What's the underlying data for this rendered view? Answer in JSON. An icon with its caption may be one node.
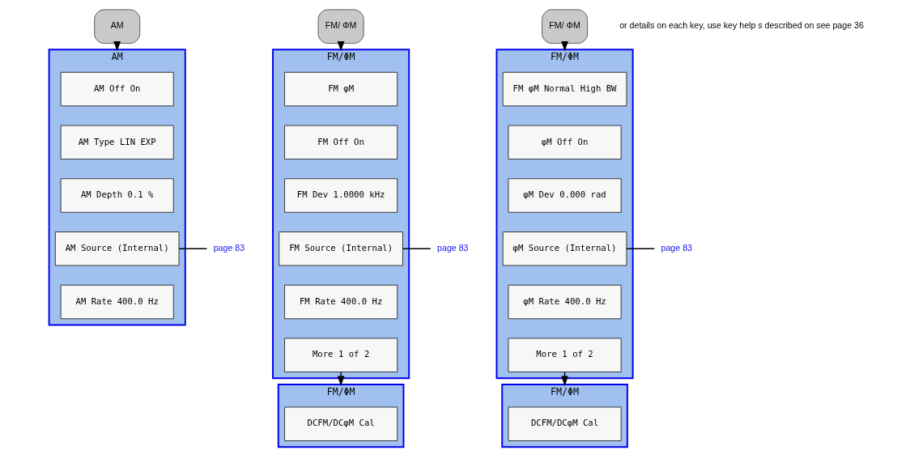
{
  "diagram": {
    "nodes": [
      {
        "text": [
          "AM"
        ]
      },
      {
        "text": [
          "AM"
        ]
      },
      {
        "text": [
          "AM Off On"
        ],
        "in": 1
      },
      {
        "text": [
          "AM Type LIN EXP"
        ],
        "in": 1
      },
      {
        "text": [
          "AM Depth 0.1 %"
        ],
        "in": 1
      },
      {
        "text": [
          "AM Source (Internal)"
        ],
        "in": 1
      },
      {
        "text": [
          "AM Rate 400.0 Hz"
        ],
        "in": 1
      },
      {
        "text": [
          "page 83"
        ]
      },
      {
        "text": [
          "FM/ ΦM"
        ]
      },
      {
        "text": [
          "FM/ΦM"
        ]
      },
      {
        "text": [
          "FM φM"
        ],
        "in": 9
      },
      {
        "text": [
          "FM Off On"
        ],
        "in": 9
      },
      {
        "text": [
          "FM Dev 1.0000 kHz"
        ],
        "in": 9
      },
      {
        "text": [
          "FM Source (Internal)"
        ],
        "in": 9
      },
      {
        "text": [
          "FM Rate 400.0 Hz"
        ],
        "in": 9
      },
      {
        "text": [
          "More 1 of 2"
        ],
        "in": 9
      },
      {
        "text": [
          "page 83"
        ]
      },
      {
        "text": [
          "FM/ΦM"
        ]
      },
      {
        "text": [
          "DCFM/DCφM Cal"
        ],
        "in": 17
      },
      {
        "text": [
          "FM/ ΦM"
        ]
      },
      {
        "text": [
          "FM/ΦM"
        ]
      },
      {
        "text": [
          "FM φM Normal High BW"
        ],
        "in": 20
      },
      {
        "text": [
          "φM Off On"
        ],
        "in": 20
      },
      {
        "text": [
          "φM Dev 0.000 rad"
        ],
        "in": 20
      },
      {
        "text": [
          "φM Source (Internal)"
        ],
        "in": 20
      },
      {
        "text": [
          "φM Rate 400.0 Hz"
        ],
        "in": 20
      },
      {
        "text": [
          "More 1 of 2"
        ],
        "in": 20
      },
      {
        "text": [
          "page 83"
        ]
      },
      {
        "text": [
          "FM/ΦM"
        ]
      },
      {
        "text": [
          "DCFM/DCφM Cal"
        ],
        "in": 28
      }
    ],
    "edges": [
      {
        "from": 0,
        "to": 1,
        "arrow": "to"
      },
      {
        "from": 5,
        "to": 7,
        "arrow": "none"
      },
      {
        "from": 8,
        "to": 9,
        "arrow": "to"
      },
      {
        "from": 13,
        "to": 16,
        "arrow": "none"
      },
      {
        "from": 15,
        "to": 17,
        "arrow": "to"
      },
      {
        "from": 19,
        "to": 20,
        "arrow": "to"
      },
      {
        "from": 24,
        "to": 27,
        "arrow": "none"
      },
      {
        "from": 26,
        "to": 28,
        "arrow": "to"
      }
    ],
    "labels": [
      "or details on each key, use key help s described on see page 36"
    ]
  }
}
